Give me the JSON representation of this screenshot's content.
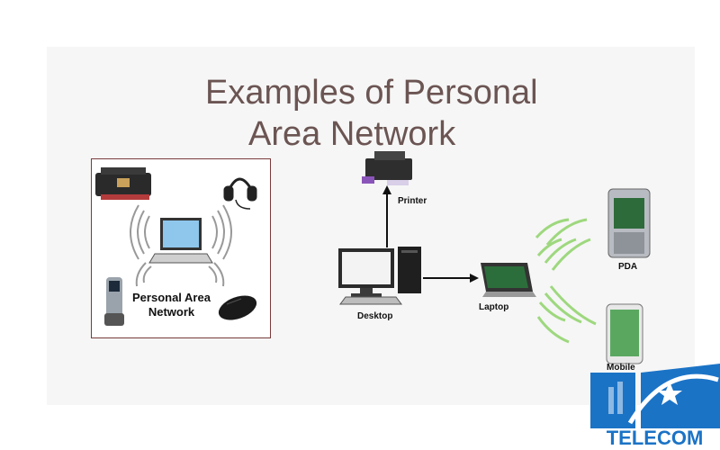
{
  "title": {
    "line1": "Examples of Personal",
    "line2": "Area Network"
  },
  "pan_box": {
    "label_line1": "Personal Area",
    "label_line2": "Network"
  },
  "devices": {
    "printer": "Printer",
    "desktop": "Desktop",
    "laptop": "Laptop",
    "pda": "PDA",
    "mobile": "Mobile"
  },
  "logo": {
    "text": "TELECOM",
    "color": "#1b73c6"
  },
  "colors": {
    "title": "#6b5553",
    "box_border": "#7a3b3b",
    "signal": "#8fd36a"
  }
}
